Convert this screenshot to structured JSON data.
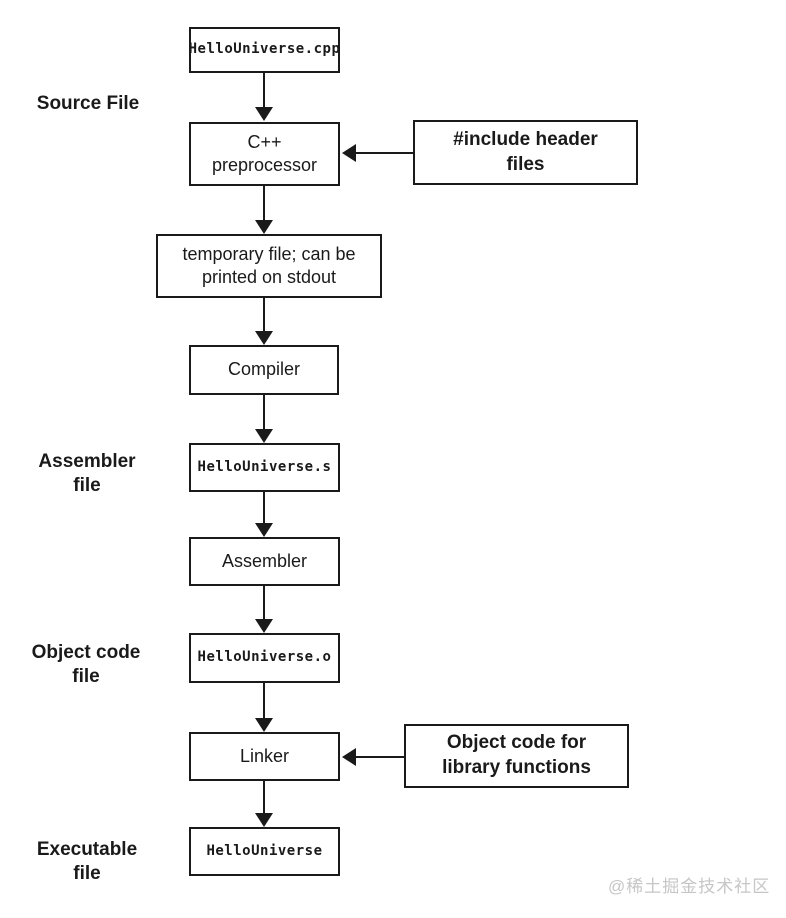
{
  "diagram": {
    "nodes": {
      "cpp_file": "HelloUniverse.cpp",
      "preprocessor": "C++\npreprocessor",
      "include_headers": "#include header\nfiles",
      "temp_file": "temporary file; can be\nprinted on stdout",
      "compiler": "Compiler",
      "asm_file": "HelloUniverse.s",
      "assembler": "Assembler",
      "obj_file": "HelloUniverse.o",
      "linker": "Linker",
      "library_obj": "Object code for\nlibrary functions",
      "executable": "HelloUniverse"
    },
    "side_labels": {
      "source_file": "Source File",
      "assembler_file": "Assembler\nfile",
      "object_code_file": "Object code\nfile",
      "executable_file": "Executable\nfile"
    },
    "watermark": "@稀土掘金技术社区",
    "colors": {
      "line": "#1a1a1a",
      "text": "#1a1a1a",
      "background": "#ffffff",
      "watermark": "#c6c6c6"
    }
  }
}
